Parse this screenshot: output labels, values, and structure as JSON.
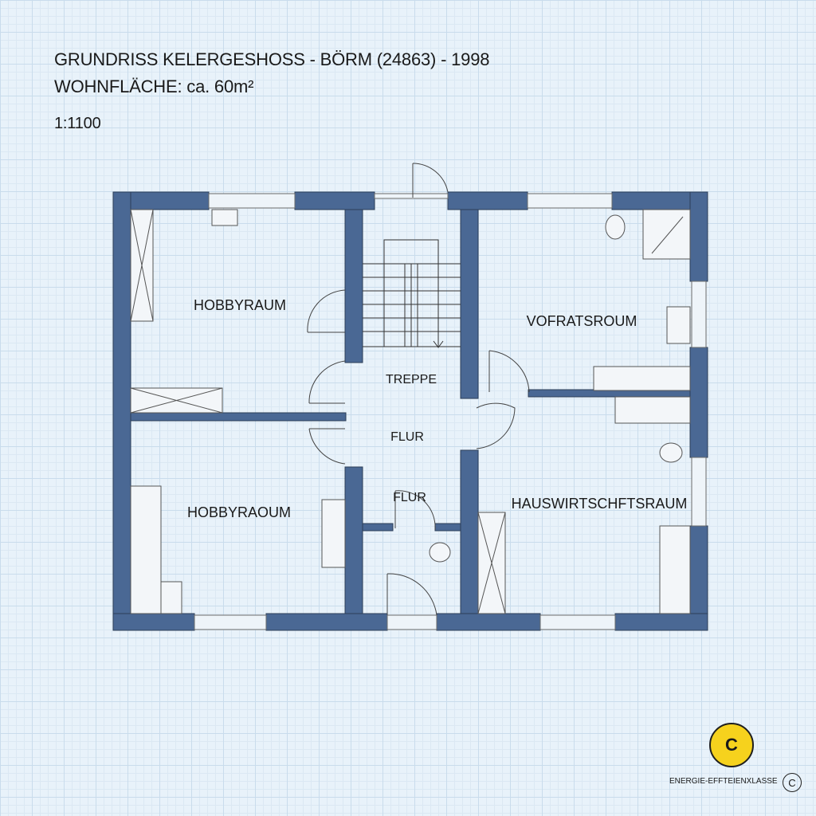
{
  "header": {
    "title": "GRUNDRISS KELERGESHOSS - BÖRM (24863)   - 1998",
    "area": "WOHNFLÄCHE: ca. 60m²",
    "scale": "1:1100"
  },
  "rooms": [
    {
      "name": "HOBBYRAUM"
    },
    {
      "name": "TREPPE"
    },
    {
      "name": "FLUR"
    },
    {
      "name": "FLUR"
    },
    {
      "name": "VOFRATSROUM"
    },
    {
      "name": "HOBBYRAOUM"
    },
    {
      "name": "HAUSWIRTSCHFTSRAUM"
    }
  ],
  "energy": {
    "class": "C",
    "label": "ENERGIE-EFFTEIENXLASSE",
    "copyright_symbol": "C"
  },
  "colors": {
    "wall": "#4a6894",
    "background": "#e8f2fa",
    "badge": "#f6d21d"
  }
}
